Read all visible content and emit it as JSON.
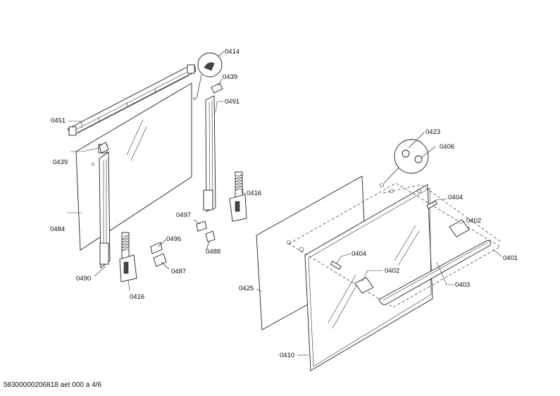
{
  "footer": {
    "document_id": "58300000206818 aet 000 a 4/6"
  },
  "callouts": {
    "c0414": "0414",
    "c0439a": "0439",
    "c0491": "0491",
    "c0451": "0451",
    "c0439b": "0439",
    "c0416a": "0416",
    "c0484": "0484",
    "c0497": "0497",
    "c0496": "0496",
    "c0488": "0488",
    "c0487": "0487",
    "c0490": "0490",
    "c0416b": "0416",
    "c0423": "0423",
    "c0406": "0406",
    "c0404a": "0404",
    "c0402a": "0402",
    "c0401": "0401",
    "c0404b": "0404",
    "c0402b": "0402",
    "c0403": "0403",
    "c0425": "0425",
    "c0410": "0410"
  }
}
